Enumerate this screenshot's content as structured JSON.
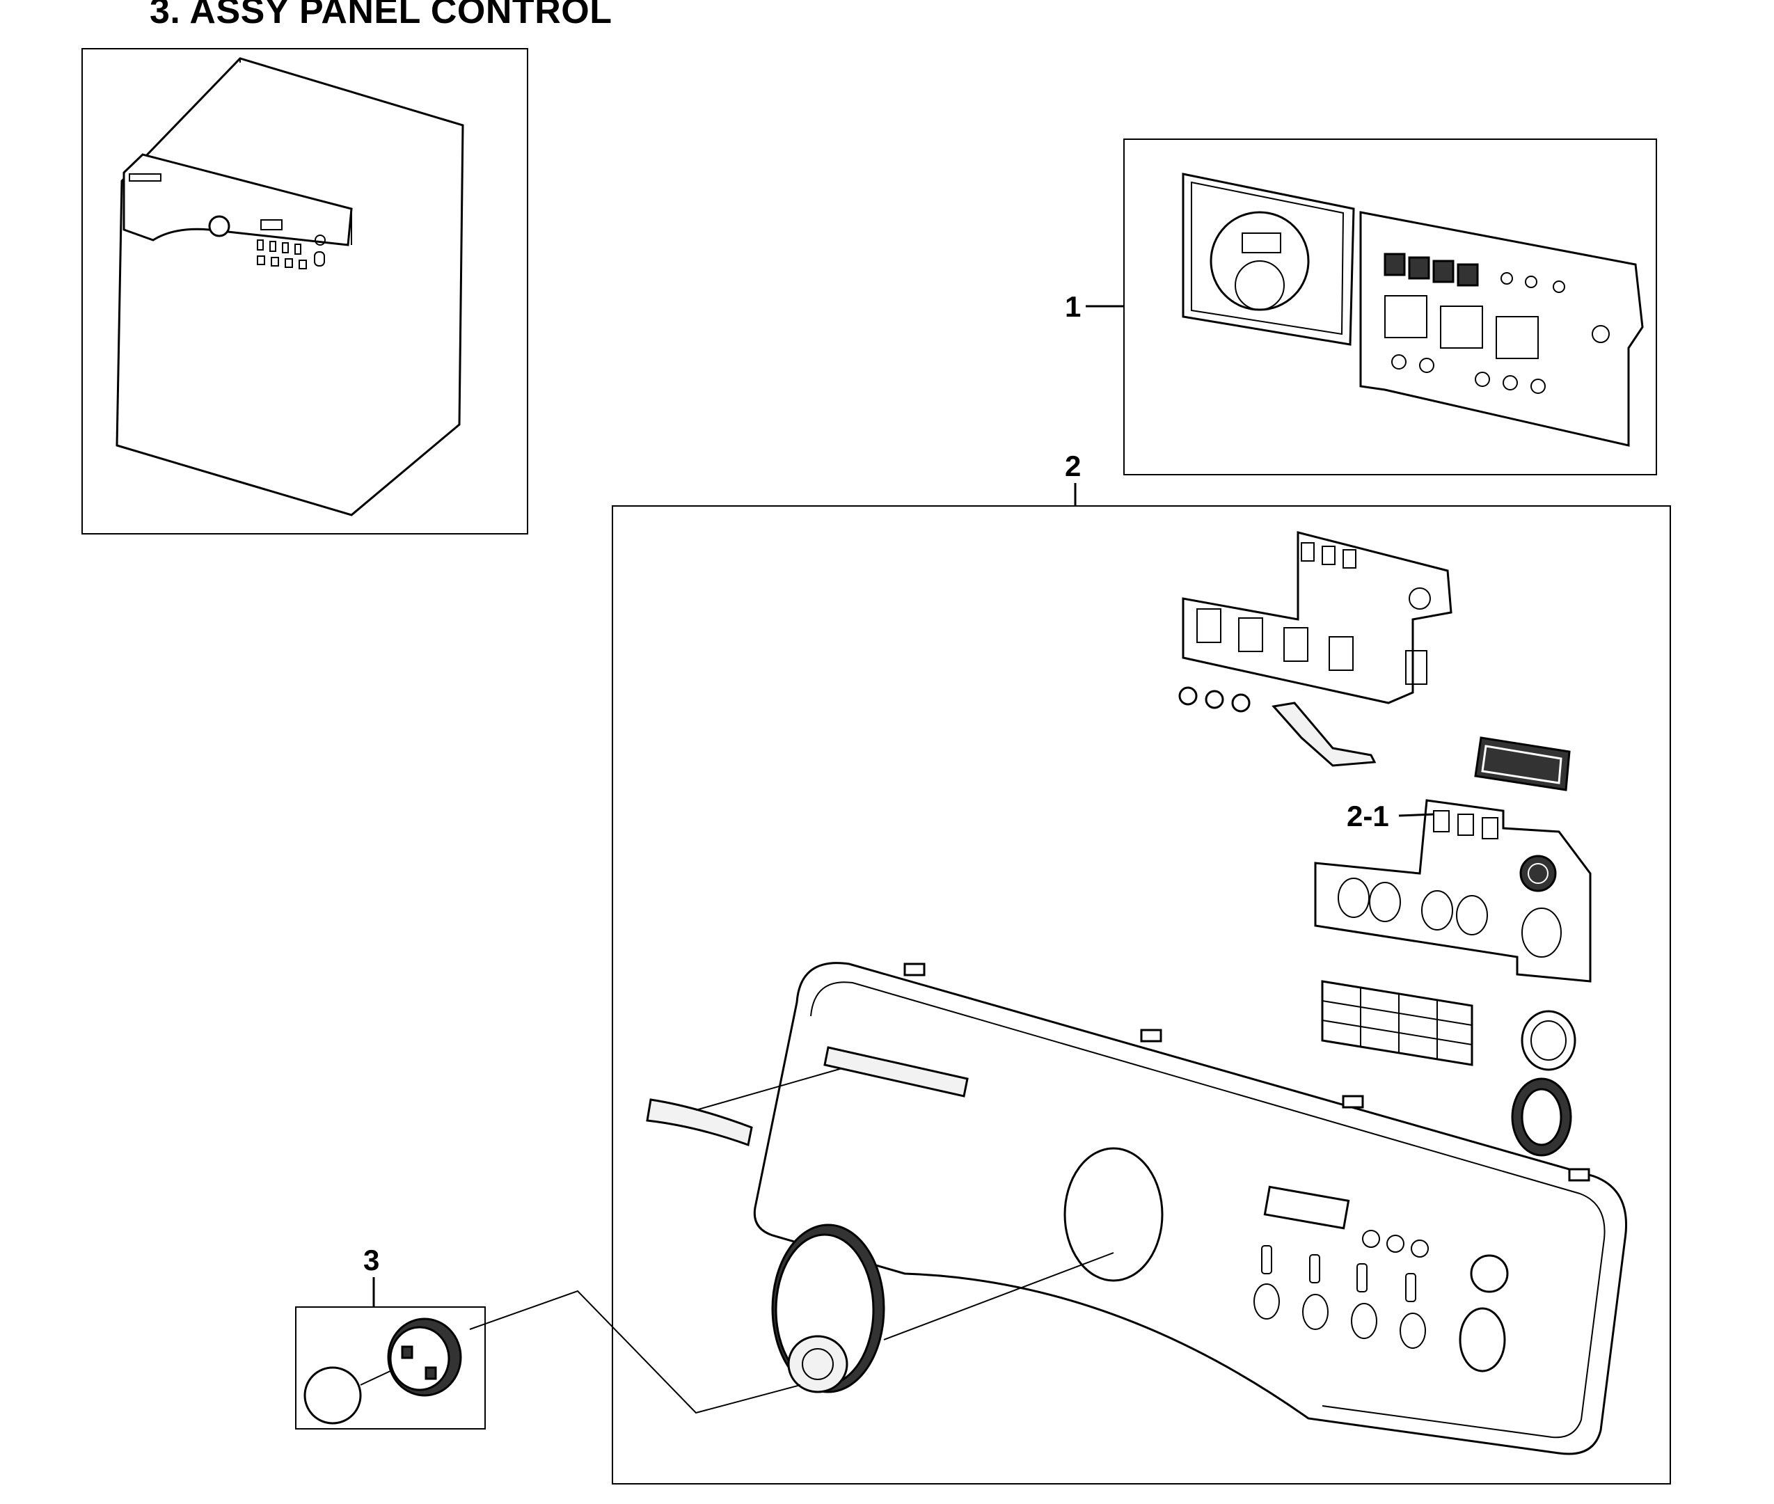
{
  "title": "3. ASSY PANEL CONTROL",
  "callouts": {
    "part_1": "1",
    "part_2": "2",
    "part_2_1": "2-1",
    "part_3": "3"
  }
}
